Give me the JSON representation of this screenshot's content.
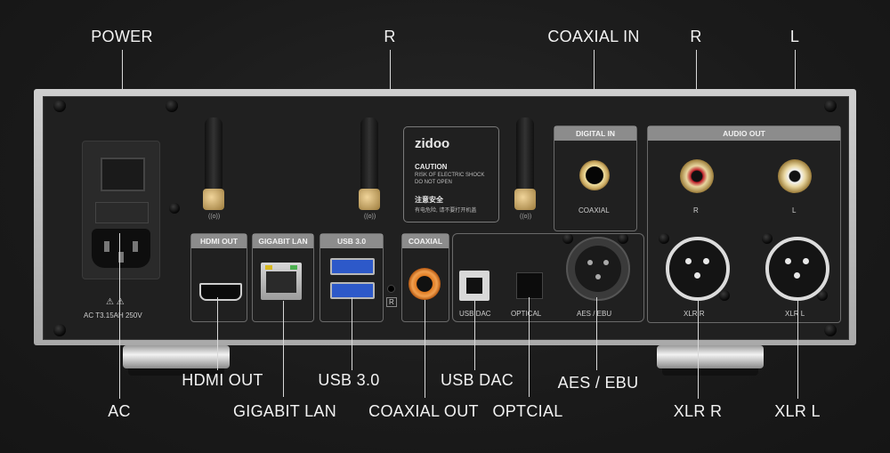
{
  "callouts_top": {
    "power": "POWER",
    "r_button": "R",
    "coaxial_in": "COAXIAL IN",
    "audio_r": "R",
    "audio_l": "L"
  },
  "callouts_bottom": {
    "ac": "AC",
    "hdmi_out": "HDMI OUT",
    "gigabit_lan": "GIGABIT LAN",
    "usb3": "USB 3.0",
    "coaxial_out": "COAXIAL OUT",
    "usb_dac": "USB DAC",
    "optical": "OPTCIAL",
    "aes_ebu": "AES / EBU",
    "xlr_r": "XLR R",
    "xlr_l": "XLR L"
  },
  "panel": {
    "power_rating": "AC    T3.15AH 250V",
    "power_warning": "⚠ ⚠",
    "hdmi_header": "HDMI OUT",
    "lan_header": "GIGABIT LAN",
    "usb_header": "USB 3.0",
    "coax_header": "COAXIAL",
    "digital_in_header": "DIGITAL IN",
    "audio_out_header": "AUDIO OUT",
    "coaxial_port_label": "COAXIAL",
    "rca_r_label": "R",
    "rca_l_label": "L",
    "usb_dac_label": "USB DAC",
    "optical_label": "OPTICAL",
    "aes_label": "AES / EBU",
    "xlr_r_label": "XLR R",
    "xlr_l_label": "XLR L",
    "r_marker": "R",
    "antenna_mark": "((o))",
    "brand": "zidoo",
    "caution_title": "CAUTION",
    "caution_line1": "RISK OF ELECTRIC SHOCK",
    "caution_line2": "DO NOT OPEN",
    "caution_cn_title": "注意安全",
    "caution_cn_text": "有电危险, 请不要打开机盖"
  }
}
